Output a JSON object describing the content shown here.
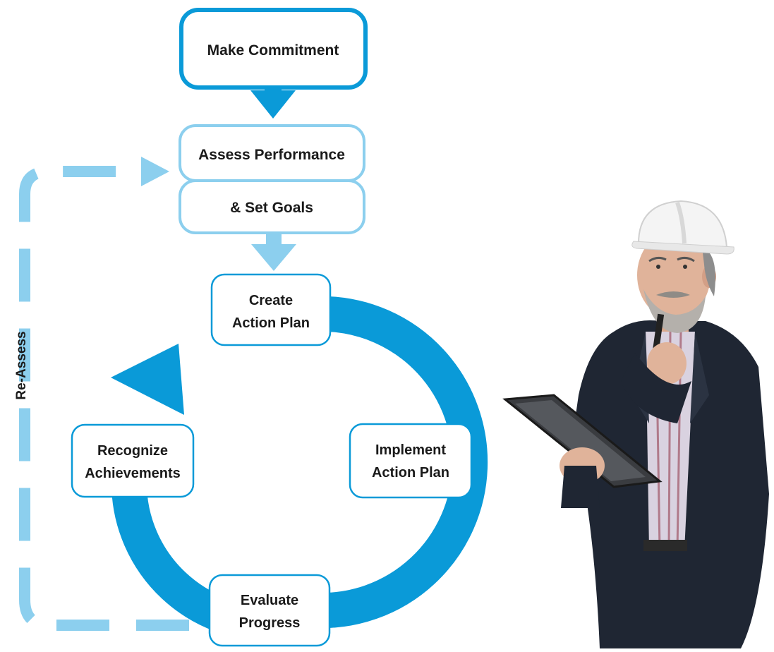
{
  "diagram": {
    "top_box": {
      "label": "Make Commitment"
    },
    "assess_box": {
      "line1": "Assess Performance",
      "line2": "& Set Goals"
    },
    "cycle": [
      {
        "id": "create",
        "lines": [
          "Create",
          "Action Plan"
        ]
      },
      {
        "id": "implement",
        "lines": [
          "Implement",
          "Action Plan"
        ]
      },
      {
        "id": "evaluate",
        "lines": [
          "Evaluate",
          "Progress"
        ]
      },
      {
        "id": "recognize",
        "lines": [
          "Recognize",
          "Achievements"
        ]
      }
    ],
    "loop_label": "Re-Assess",
    "colors": {
      "dark_blue": "#0a9ad8",
      "light_blue": "#8ccfee",
      "text": "#1a1a1a"
    }
  },
  "photo": {
    "icon": "construction-manager-with-clipboard-illustration"
  }
}
